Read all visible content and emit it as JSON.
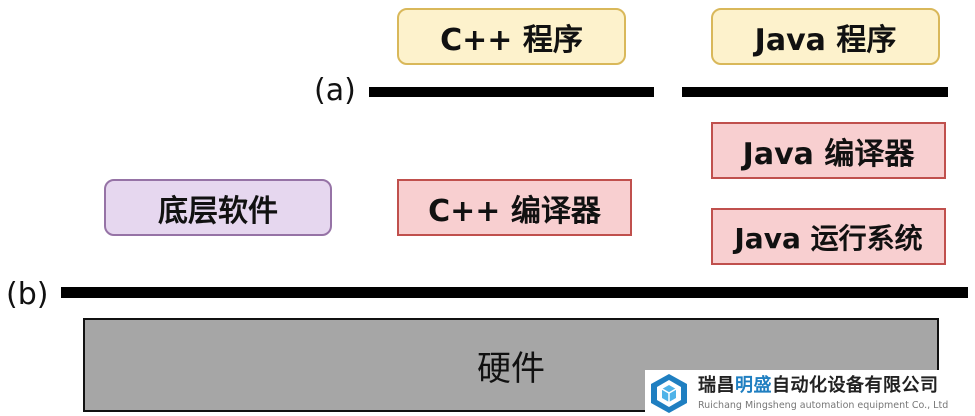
{
  "layers": {
    "a": "(a)",
    "b": "(b)"
  },
  "boxes": {
    "cpp_program": "C++ 程序",
    "java_program": "Java 程序",
    "java_compiler": "Java 编译器",
    "cpp_compiler": "C++ 编译器",
    "low_level_software": "底层软件",
    "java_runtime": "Java 运行系统",
    "hardware": "硬件"
  },
  "watermark": {
    "cn_prefix": "瑞昌",
    "cn_highlight": "明盛",
    "cn_suffix": "自动化设备有限公司",
    "en": "Ruichang Mingsheng automation equipment Co., Ltd",
    "icon": "cube-logo-icon",
    "accent_color": "#1f7fc1"
  }
}
